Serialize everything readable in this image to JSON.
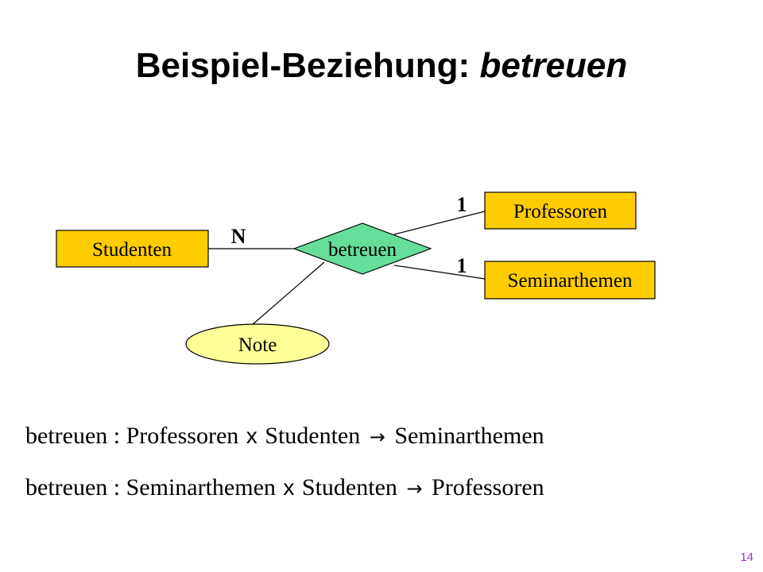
{
  "title": {
    "prefix": "Beispiel-Beziehung: ",
    "emphasis": "betreuen"
  },
  "diagram": {
    "entities": {
      "studenten": "Studenten",
      "professoren": "Professoren",
      "seminarthemen": "Seminarthemen"
    },
    "relationship": "betreuen",
    "attribute": "Note",
    "cardinalities": {
      "studenten": "N",
      "professoren": "1",
      "seminarthemen": "1"
    },
    "colors": {
      "entity_fill": "#FFCC00",
      "relationship_fill": "#66DD99",
      "attribute_fill": "#FFFF99",
      "outline": "#000000"
    }
  },
  "formulas": [
    {
      "relation": "betreuen",
      "separator": " : ",
      "operand1": "Professoren",
      "cross": "x",
      "operand2": "Studenten",
      "arrow": "→",
      "result": "Seminarthemen"
    },
    {
      "relation": "betreuen",
      "separator": " : ",
      "operand1": "Seminarthemen",
      "cross": "x",
      "operand2": "Studenten",
      "arrow": "→",
      "result": "Professoren"
    }
  ],
  "page_number": "14"
}
